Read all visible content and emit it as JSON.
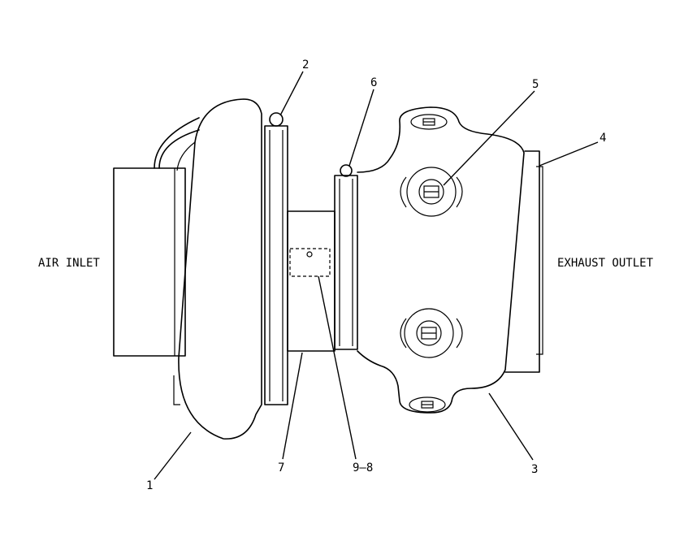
{
  "labels": {
    "air_inlet": "AIR INLET",
    "exhaust_outlet": "EXHAUST OUTLET"
  },
  "callouts": {
    "c1": "1",
    "c2": "2",
    "c3": "3",
    "c4": "4",
    "c5": "5",
    "c6": "6",
    "c7": "7",
    "c98": "9–8"
  },
  "colors": {
    "line": "#000000",
    "background": "#ffffff"
  }
}
